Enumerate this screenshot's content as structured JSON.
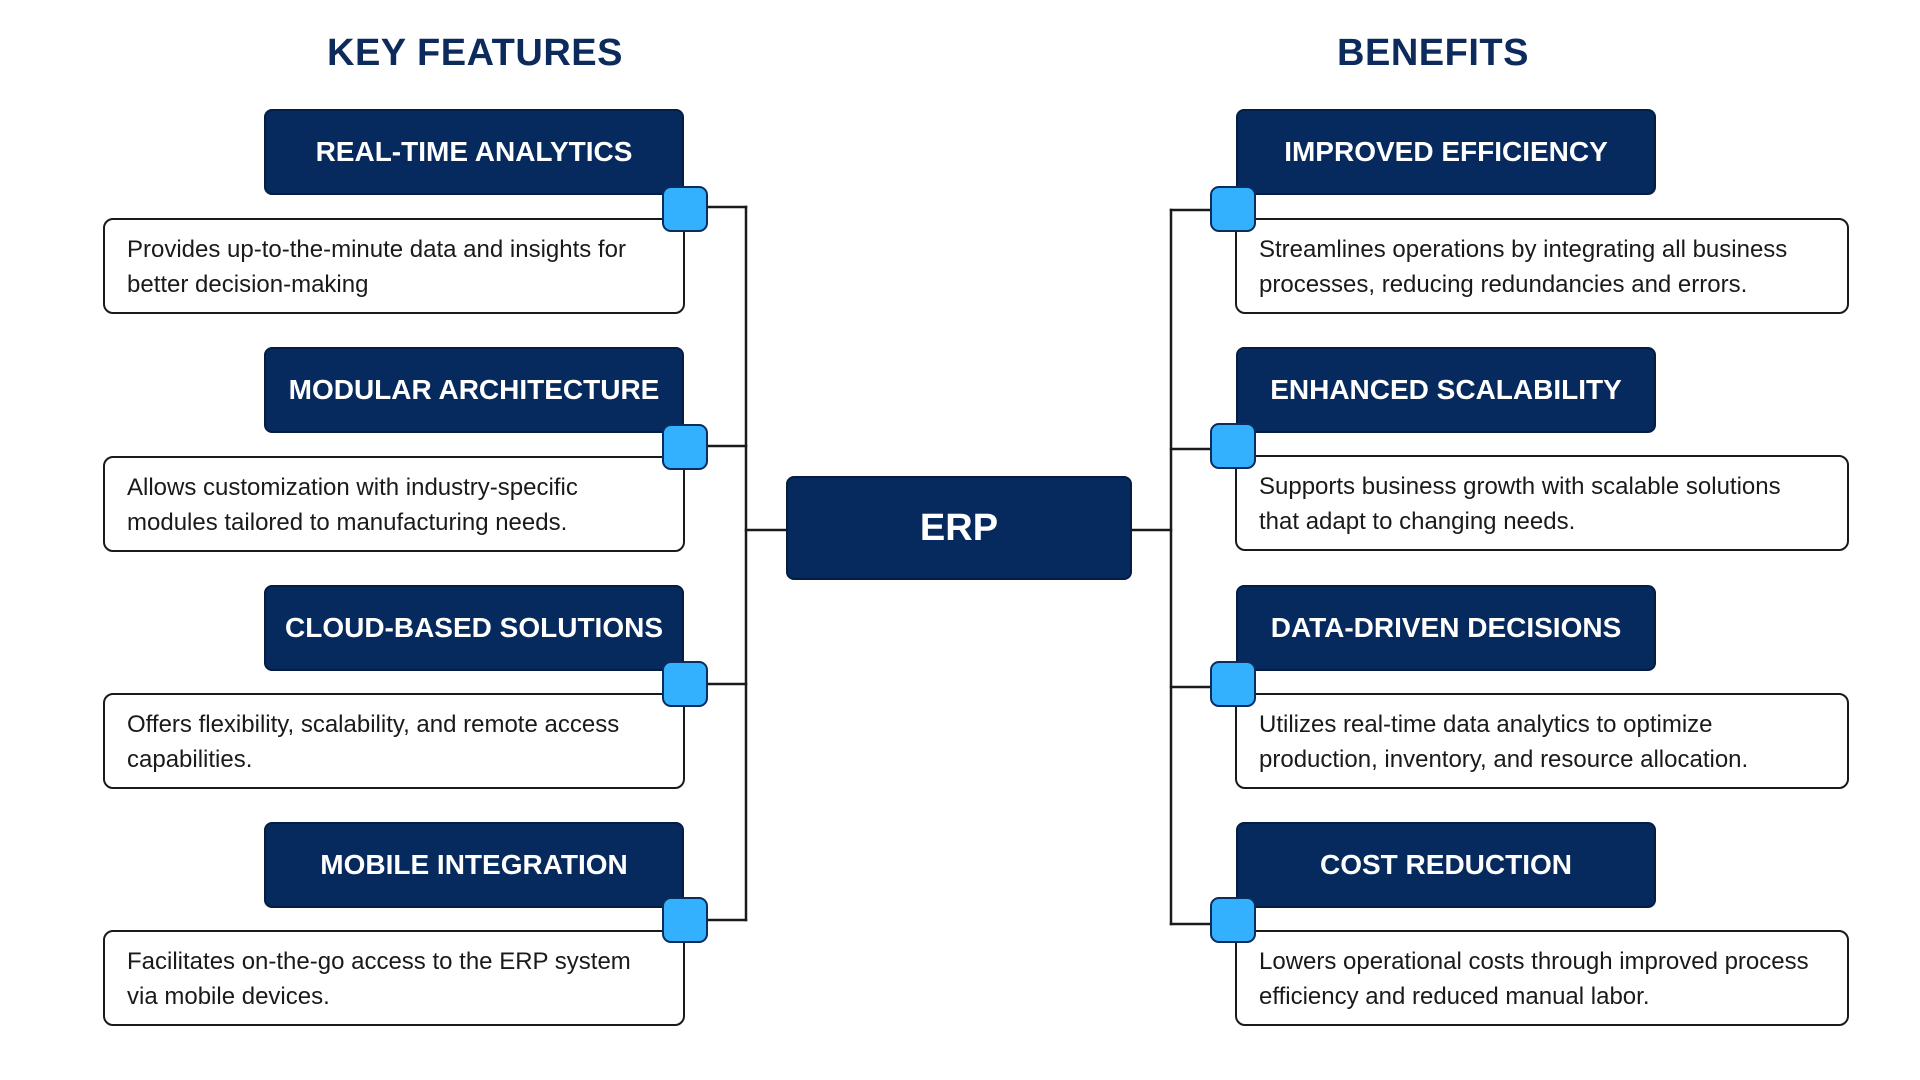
{
  "headings": {
    "features": "KEY FEATURES",
    "benefits": "BENEFITS"
  },
  "center": {
    "label": "ERP"
  },
  "features": [
    {
      "title": "REAL-TIME ANALYTICS",
      "description": "Provides up-to-the-minute data and insights for better decision-making"
    },
    {
      "title": "MODULAR ARCHITECTURE",
      "description": "Allows customization with industry-specific modules tailored to manufacturing needs."
    },
    {
      "title": "CLOUD-BASED SOLUTIONS",
      "description": "Offers flexibility, scalability, and remote access capabilities."
    },
    {
      "title": "MOBILE INTEGRATION",
      "description": "Facilitates on-the-go access to the ERP system via mobile devices."
    }
  ],
  "benefits": [
    {
      "title": "IMPROVED EFFICIENCY",
      "description": "Streamlines operations by integrating all business processes, reducing redundancies and errors."
    },
    {
      "title": "ENHANCED SCALABILITY",
      "description": "Supports business growth with scalable solutions that adapt to changing needs."
    },
    {
      "title": "DATA-DRIVEN DECISIONS",
      "description": "Utilizes real-time data analytics to optimize production, inventory, and resource allocation."
    },
    {
      "title": "COST REDUCTION",
      "description": "Lowers operational costs through improved process efficiency and reduced manual labor."
    }
  ],
  "colors": {
    "heading": "#0d2a5c",
    "box_fill": "#062a5e",
    "node_fill": "#33b1ff",
    "line": "#1a1a1a"
  }
}
